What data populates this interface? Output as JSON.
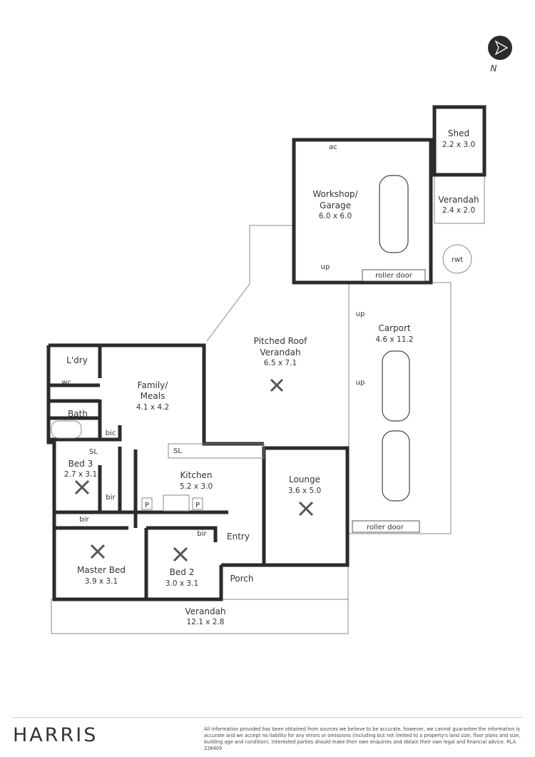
{
  "compass": {
    "label": "N",
    "icon": "north-arrow-icon"
  },
  "rooms": {
    "shed": {
      "name": "Shed",
      "dims": "2.2 x 3.0"
    },
    "shed_verandah": {
      "name": "Verandah",
      "dims": "2.4 x 2.0"
    },
    "garage": {
      "name1": "Workshop/",
      "name2": "Garage",
      "dims": "6.0 x 6.0"
    },
    "pitched": {
      "name1": "Pitched Roof",
      "name2": "Verandah",
      "dims": "6.5 x 7.1"
    },
    "carport": {
      "name": "Carport",
      "dims": "4.6 x 11.2"
    },
    "laundry": {
      "name": "L'dry"
    },
    "wc": {
      "name": "wc"
    },
    "bath": {
      "name": "Bath"
    },
    "family": {
      "name1": "Family/",
      "name2": "Meals",
      "dims": "4.1 x 4.2"
    },
    "bed3": {
      "name": "Bed 3",
      "dims": "2.7 x 3.1"
    },
    "kitchen": {
      "name": "Kitchen",
      "dims": "5.2 x 3.0"
    },
    "lounge": {
      "name": "Lounge",
      "dims": "3.6 x 5.0"
    },
    "master": {
      "name": "Master Bed",
      "dims": "3.9 x 3.1"
    },
    "bed2": {
      "name": "Bed 2",
      "dims": "3.0 x 3.1"
    },
    "entry": {
      "name": "Entry"
    },
    "porch": {
      "name": "Porch"
    },
    "verandah": {
      "name": "Verandah",
      "dims": "12.1 x 2.8"
    }
  },
  "labels": {
    "ac": "ac",
    "up": "up",
    "roller_door": "roller door",
    "rwt": "rwt",
    "bic": "bic",
    "bir": "bir",
    "sl": "SL",
    "pantry": "P"
  },
  "footer": {
    "logo": "HARRIS",
    "disclaimer": "All information provided has been obtained from sources we believe to be accurate, however, we cannot guarantee the information is accurate and we accept no liability for any errors or omissions (including but not limited to a property's land size, floor plans and size, building age and condition). Interested parties should make their own enquiries and obtain their own legal and financial advice. RLA 226409"
  }
}
